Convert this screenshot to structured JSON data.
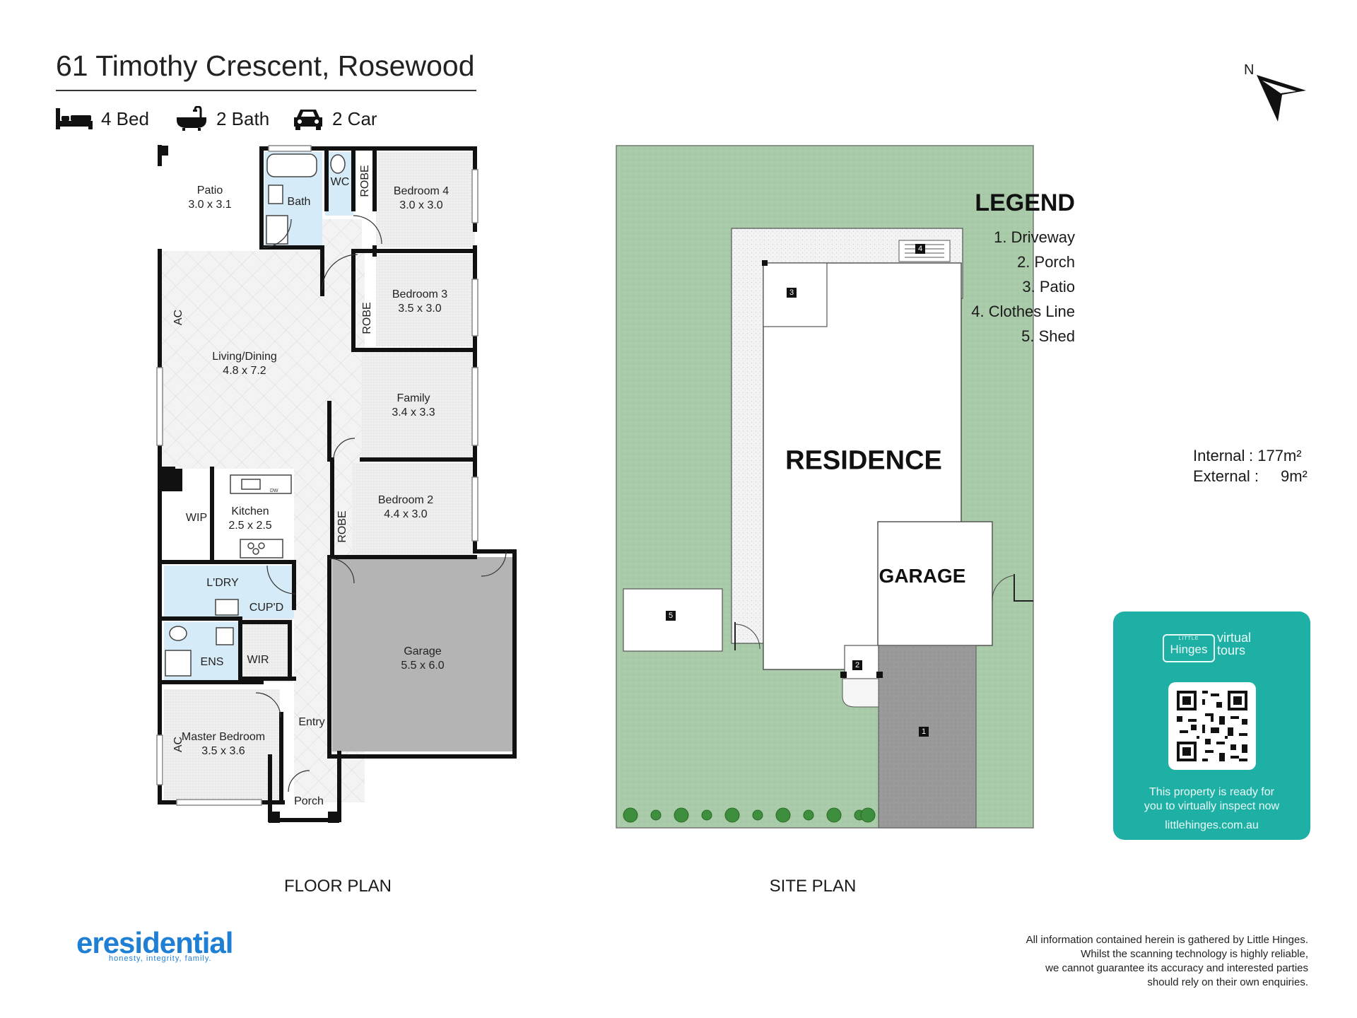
{
  "header": {
    "address": "61 Timothy Crescent, Rosewood",
    "features": [
      {
        "icon": "bed-icon",
        "label": "4 Bed"
      },
      {
        "icon": "bath-icon",
        "label": "2 Bath"
      },
      {
        "icon": "car-icon",
        "label": "2 Car"
      }
    ]
  },
  "compass": {
    "label": "N"
  },
  "floor_plan": {
    "caption": "FLOOR PLAN",
    "rooms": [
      {
        "name": "Patio",
        "size": "3.0 x 3.1"
      },
      {
        "name": "Bath"
      },
      {
        "name": "WC"
      },
      {
        "name": "Bedroom 4",
        "size": "3.0 x 3.0"
      },
      {
        "name": "Bedroom 3",
        "size": "3.5 x 3.0"
      },
      {
        "name": "Living/Dining",
        "size": "4.8 x 7.2"
      },
      {
        "name": "Family",
        "size": "3.4 x 3.3"
      },
      {
        "name": "Kitchen",
        "size": "2.5 x 2.5"
      },
      {
        "name": "WIP"
      },
      {
        "name": "Bedroom 2",
        "size": "4.4 x 3.0"
      },
      {
        "name": "L'DRY"
      },
      {
        "name": "CUP'D"
      },
      {
        "name": "ENS"
      },
      {
        "name": "WIR"
      },
      {
        "name": "Garage",
        "size": "5.5 x 6.0"
      },
      {
        "name": "Master Bedroom",
        "size": "3.5 x 3.6"
      },
      {
        "name": "Entry"
      },
      {
        "name": "Porch"
      }
    ],
    "robe_label": "ROBE",
    "ac_label": "AC",
    "dw_label": "DW"
  },
  "site_plan": {
    "caption": "SITE PLAN",
    "residence_label": "RESIDENCE",
    "garage_label": "GARAGE",
    "markers": [
      "1",
      "2",
      "3",
      "4",
      "5"
    ]
  },
  "legend": {
    "title": "LEGEND",
    "items": [
      "1. Driveway",
      "2. Porch",
      "3. Patio",
      "4. Clothes Line",
      "5. Shed"
    ]
  },
  "areas": {
    "internal_label": "Internal",
    "internal_value": ": 177m²",
    "external_label": "External :",
    "external_value": "9m²"
  },
  "badge": {
    "brand_small": "LITTLE",
    "brand": "Hinges",
    "brand_suffix1": "virtual",
    "brand_suffix2": "tours",
    "line1": "This property is ready for",
    "line2": "you to virtually inspect now",
    "url": "littlehinges.com.au"
  },
  "footer": {
    "logo": "eresidential",
    "tagline": "honesty, integrity, family.",
    "disclaimer": [
      "All information contained herein is gathered by Little Hinges.",
      "Whilst the scanning technology is highly reliable,",
      "we cannot guarantee its accuracy and interested parties",
      "should rely on their own enquiries."
    ]
  },
  "colors": {
    "lawn": "#a9cba9",
    "wet_area": "#d5ebf8",
    "garage": "#b4b4b4",
    "driveway": "#9a9a9a",
    "badge": "#1fb0a5",
    "logo": "#1e7fd4"
  }
}
